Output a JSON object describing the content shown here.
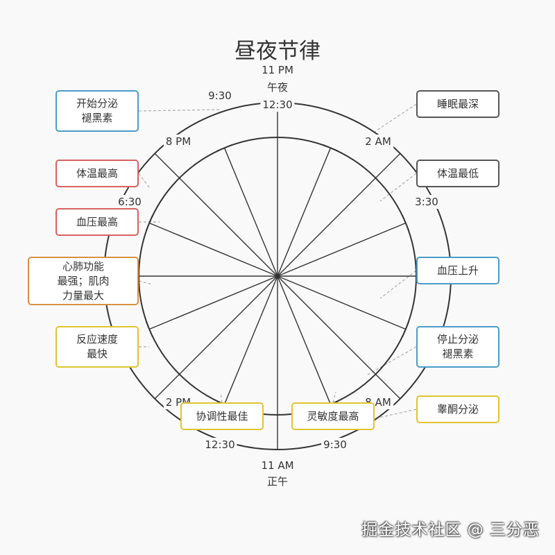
{
  "title": "昼夜节律",
  "time_labels": [
    {
      "id": "t-11pm",
      "text": "11 PM"
    },
    {
      "id": "t-midnight",
      "text": "午夜"
    },
    {
      "id": "t-1230-top",
      "text": "12:30"
    },
    {
      "id": "t-2am",
      "text": "2 AM"
    },
    {
      "id": "t-330-right",
      "text": "3:30"
    },
    {
      "id": "t-8am",
      "text": "8 AM"
    },
    {
      "id": "t-930-bottom",
      "text": "9:30"
    },
    {
      "id": "t-11am",
      "text": "11 AM"
    },
    {
      "id": "t-noon",
      "text": "正午"
    },
    {
      "id": "t-1230-bottom",
      "text": "12:30"
    },
    {
      "id": "t-2pm",
      "text": "2 PM"
    },
    {
      "id": "t-630",
      "text": "6:30"
    },
    {
      "id": "t-8pm",
      "text": "8 PM"
    },
    {
      "id": "t-930-top",
      "text": "9:30"
    }
  ],
  "callouts": [
    {
      "id": "melatonin-start",
      "lines": [
        "开始分泌",
        "褪黑素"
      ],
      "color": "#4a9cc8"
    },
    {
      "id": "deepest-sleep",
      "lines": [
        "睡眠最深"
      ],
      "color": "#555555"
    },
    {
      "id": "temp-lowest",
      "lines": [
        "体温最低"
      ],
      "color": "#555555"
    },
    {
      "id": "bp-rise",
      "lines": [
        "血压上升"
      ],
      "color": "#4a9cc8"
    },
    {
      "id": "melatonin-stop",
      "lines": [
        "停止分泌",
        "褪黑素"
      ],
      "color": "#4a9cc8"
    },
    {
      "id": "testosterone",
      "lines": [
        "睾酮分泌"
      ],
      "color": "#e0c430"
    },
    {
      "id": "alertness",
      "lines": [
        "灵敏度最高"
      ],
      "color": "#e0c430"
    },
    {
      "id": "coordination",
      "lines": [
        "协调性最佳"
      ],
      "color": "#e0c430"
    },
    {
      "id": "reaction",
      "lines": [
        "反应速度",
        "最快"
      ],
      "color": "#e0c430"
    },
    {
      "id": "cardio",
      "lines": [
        "心肺功能",
        "最强；肌肉",
        "力量最大"
      ],
      "color": "#d99040"
    },
    {
      "id": "bp-highest",
      "lines": [
        "血压最高"
      ],
      "color": "#d86060"
    },
    {
      "id": "temp-highest",
      "lines": [
        "体温最高"
      ],
      "color": "#d86060"
    }
  ],
  "watermark": "掘金技术社区 @ 三分恶"
}
